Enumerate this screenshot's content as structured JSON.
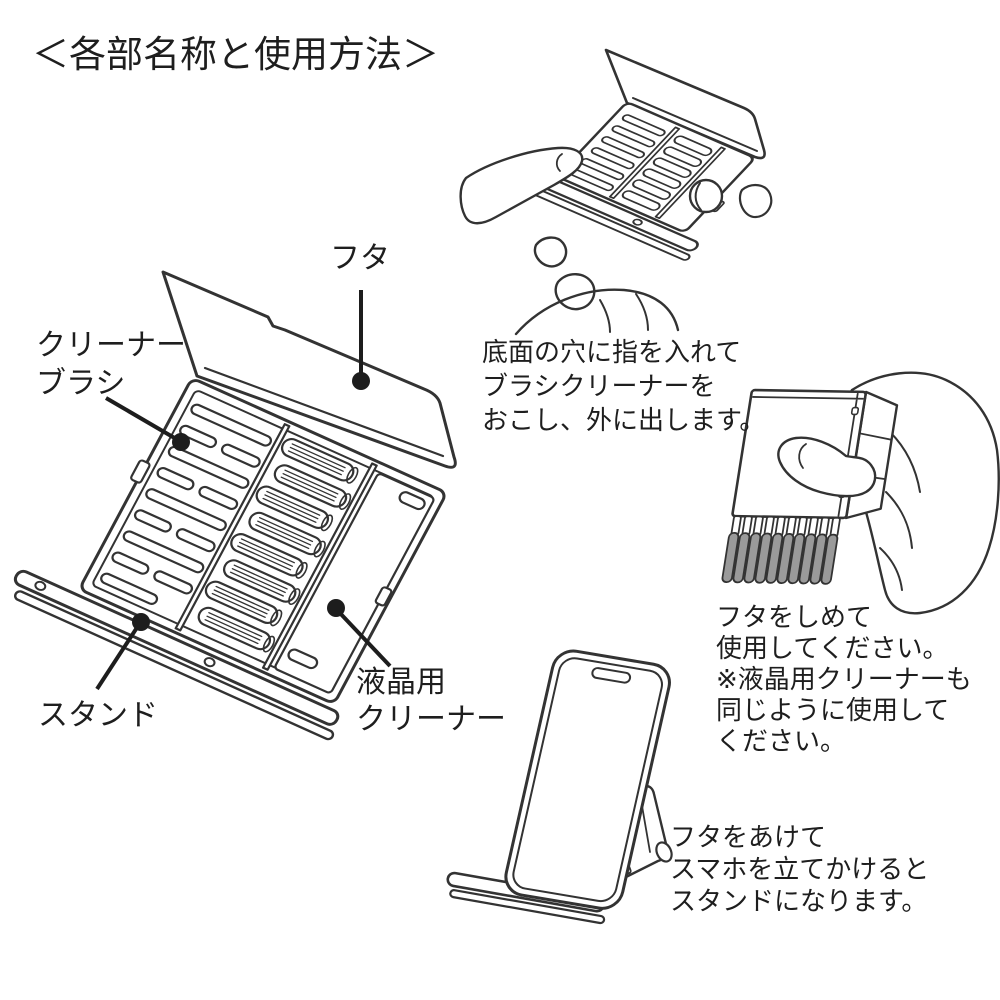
{
  "title": "＜各部名称と使用方法＞",
  "part_labels": {
    "lid": "フタ",
    "cleaner_brush": [
      "クリーナー",
      "ブラシ"
    ],
    "stand": "スタンド",
    "lcd_cleaner": [
      "液晶用",
      "クリーナー"
    ]
  },
  "instructions": {
    "take_out_brush": [
      "底面の穴に指を入れて",
      "ブラシクリーナーを",
      "おこし、外に出します。"
    ],
    "close_lid": [
      "フタをしめて",
      "使用してください。",
      "※液晶用クリーナーも",
      "同じように使用して",
      "ください。"
    ],
    "use_as_stand": [
      "フタをあけて",
      "スマホを立てかけると",
      "スタンドになります。"
    ]
  },
  "illustrations": {
    "main_diagram": "open-case-parts-diagram",
    "step1": "hand-lifting-brush-from-case-illustration",
    "step2": "hand-holding-brush-cleaner-illustration",
    "step3": "smartphone-on-stand-illustration"
  },
  "colors": {
    "line": "#333333",
    "text": "#1e1e1e",
    "callout_dot": "#1d1d1d",
    "bristle_gray": "#9a9a9a"
  }
}
